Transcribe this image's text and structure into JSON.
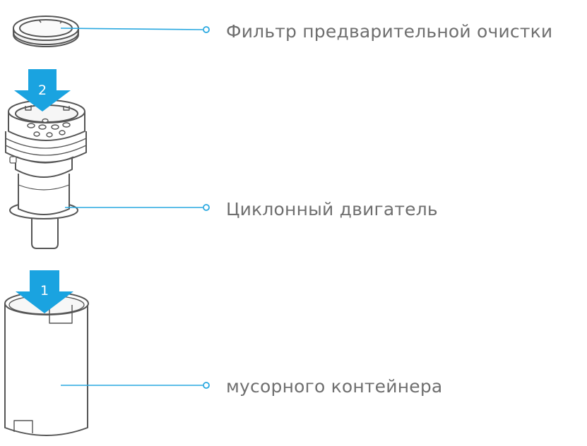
{
  "labels": {
    "pre_filter": "Фильтр предварительной очистки",
    "cyclone_motor": "Циклонный двигатель",
    "dust_bin": "мусорного контейнера"
  },
  "steps": {
    "step_2": "2",
    "step_1": "1"
  },
  "colors": {
    "accent": "#1aa3e0",
    "leader_line": "#29a8e0",
    "outline": "#555555",
    "text": "#6f6f6f"
  }
}
